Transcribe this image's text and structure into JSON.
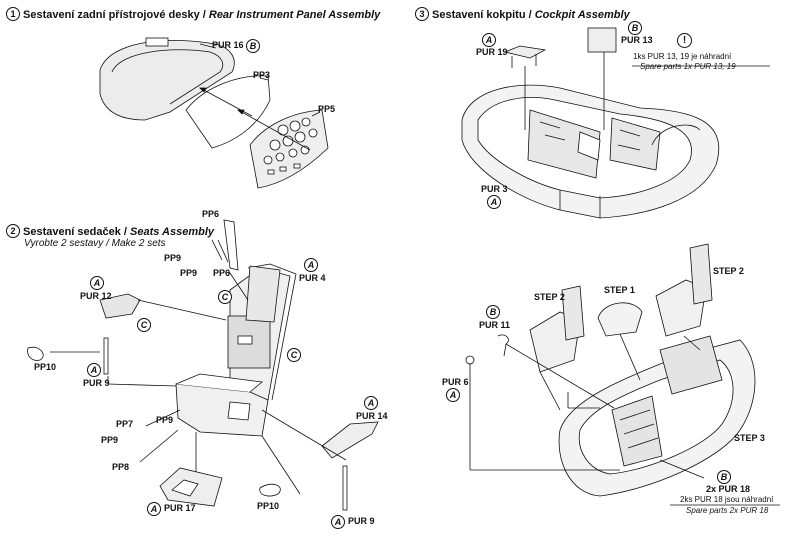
{
  "sections": {
    "rear_panel": {
      "number": "1",
      "title_cz": "Sestavení zadní přístrojové desky",
      "sep": "/",
      "title_en": "Rear Instrument Panel Assembly"
    },
    "cockpit": {
      "number": "3",
      "title_cz": "Sestavení kokpitu",
      "sep": "/",
      "title_en": "Cockpit Assembly"
    },
    "seats": {
      "number": "2",
      "title_cz": "Sestavení sedaček",
      "sep": "/",
      "title_en": "Seats Assembly",
      "subtitle": "Vyrobte 2 sestavy / Make 2 sets"
    }
  },
  "labels": {
    "pur16": "PUR 16",
    "pp3": "PP3",
    "pp5": "PP5",
    "pur19": "PUR 19",
    "pur13": "PUR 13",
    "pur3": "PUR 3",
    "pp6_top": "PP6",
    "pp9_top_a": "PP9",
    "pp9_top_b": "PP9",
    "pp6_mid": "PP6",
    "pur4": "PUR 4",
    "pur12": "PUR 12",
    "pp10_left": "PP10",
    "pur9_left": "PUR 9",
    "pp7": "PP7",
    "pp9_low": "PP9",
    "pp9_low2": "PP9",
    "pp8": "PP8",
    "pur14": "PUR 14",
    "pur17": "PUR 17",
    "pp10_bottom": "PP10",
    "pur9_bottom": "PUR 9",
    "pur11": "PUR 11",
    "pur6": "PUR 6",
    "step1": "STEP 1",
    "step2_left": "STEP 2",
    "step2_right": "STEP 2",
    "step3": "STEP 3",
    "pur18": "2x PUR 18"
  },
  "badges": {
    "a": "A",
    "b": "B",
    "c": "C"
  },
  "notes": {
    "spare_13_19_cz": "1ks PUR 13, 19 je náhradní",
    "spare_13_19_en": "Spare parts 1x PUR 13, 19",
    "spare_18_cz": "2ks PUR 18 jsou náhradní",
    "spare_18_en": "Spare parts 2x PUR 18",
    "warning_symbol": "!"
  },
  "colors": {
    "ink": "#111111",
    "part_fill": "#e9e9e9",
    "paper": "#ffffff"
  }
}
